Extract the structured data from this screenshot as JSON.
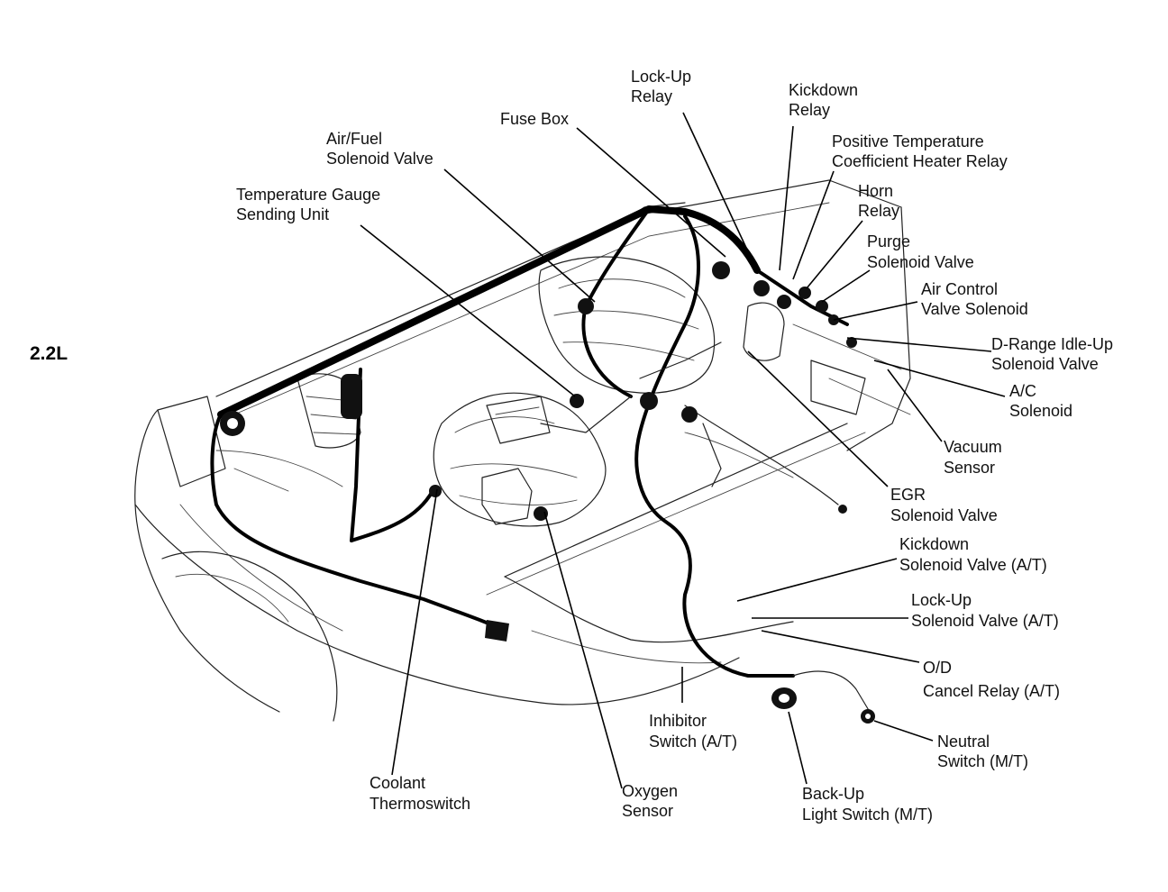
{
  "engine_label": "2.2L",
  "labels": [
    {
      "id": "lock-up-relay",
      "lines": [
        "Lock-Up",
        "Relay"
      ]
    },
    {
      "id": "kickdown-relay",
      "lines": [
        "Kickdown",
        "Relay"
      ]
    },
    {
      "id": "fuse-box",
      "lines": [
        "Fuse Box"
      ]
    },
    {
      "id": "positive-temperature-coefficient-heater-relay",
      "lines": [
        "Positive Temperature",
        "Coefficient Heater Relay"
      ]
    },
    {
      "id": "air-fuel-solenoid-valve",
      "lines": [
        "Air/Fuel",
        "Solenoid Valve"
      ]
    },
    {
      "id": "horn-relay",
      "lines": [
        "Horn",
        "Relay"
      ]
    },
    {
      "id": "temperature-gauge-sending-unit",
      "lines": [
        "Temperature Gauge",
        "Sending Unit"
      ]
    },
    {
      "id": "purge-solenoid-valve",
      "lines": [
        "Purge",
        "Solenoid Valve"
      ]
    },
    {
      "id": "air-control-valve-solenoid",
      "lines": [
        "Air Control",
        "Valve Solenoid"
      ]
    },
    {
      "id": "d-range-idle-up-solenoid-valve",
      "lines": [
        "D-Range Idle-Up",
        "Solenoid Valve"
      ]
    },
    {
      "id": "ac-solenoid",
      "lines": [
        "A/C",
        "Solenoid"
      ]
    },
    {
      "id": "vacuum-sensor",
      "lines": [
        "Vacuum",
        "Sensor"
      ]
    },
    {
      "id": "egr-solenoid-valve",
      "lines": [
        "EGR",
        "Solenoid Valve"
      ]
    },
    {
      "id": "kickdown-solenoid-valve",
      "lines": [
        "Kickdown",
        "Solenoid Valve (A/T)"
      ]
    },
    {
      "id": "lock-up-solenoid-valve",
      "lines": [
        "Lock-Up",
        "Solenoid Valve (A/T)"
      ]
    },
    {
      "id": "od-cancel-relay",
      "lines": [
        "O/D",
        "Cancel Relay (A/T)"
      ]
    },
    {
      "id": "inhibitor-switch",
      "lines": [
        "Inhibitor",
        "Switch (A/T)"
      ]
    },
    {
      "id": "neutral-switch",
      "lines": [
        "Neutral",
        "Switch (M/T)"
      ]
    },
    {
      "id": "coolant-thermoswitch",
      "lines": [
        "Coolant",
        "Thermoswitch"
      ]
    },
    {
      "id": "oxygen-sensor",
      "lines": [
        "Oxygen",
        "Sensor"
      ]
    },
    {
      "id": "back-up-light-switch",
      "lines": [
        "Back-Up",
        "Light Switch (M/T)"
      ]
    }
  ]
}
